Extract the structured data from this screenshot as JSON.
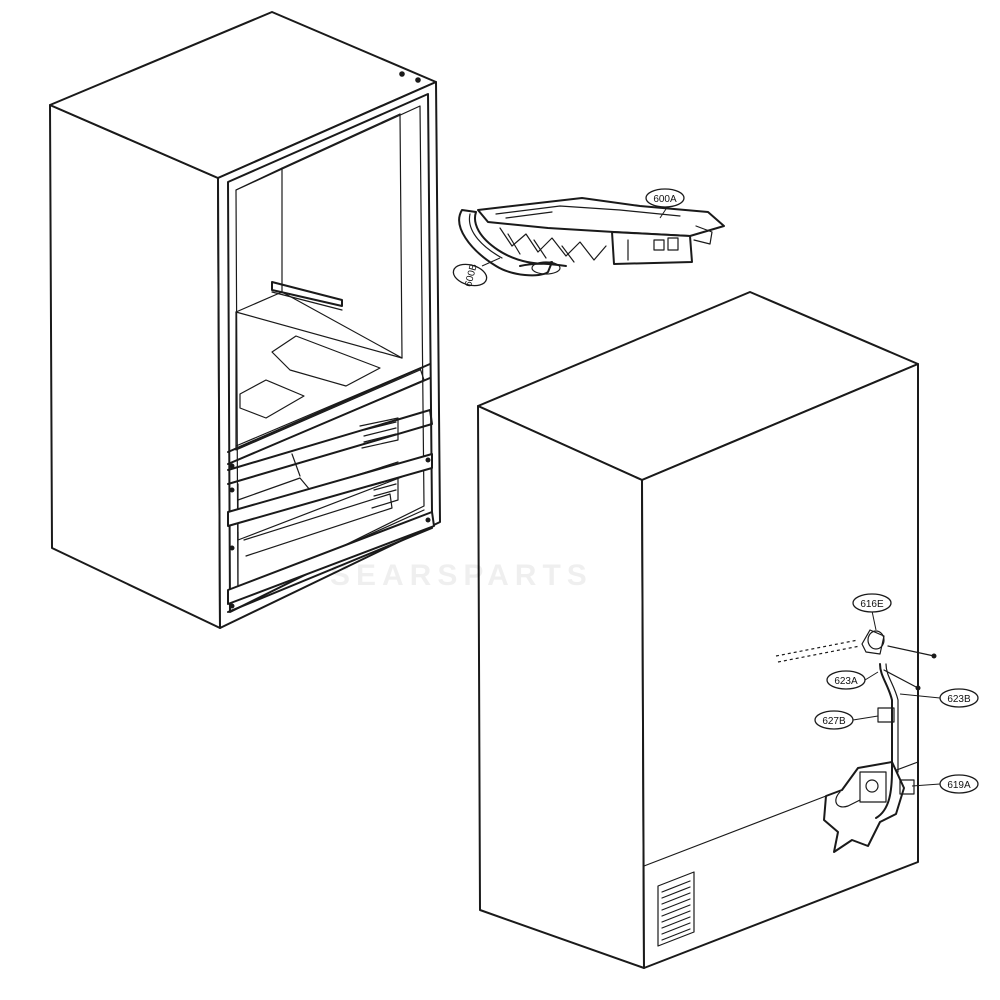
{
  "watermark": "SEARSPARTS",
  "callouts": {
    "c600A": "600A",
    "c600B": "600B",
    "c616E": "616E",
    "c623A": "623A",
    "c623B": "623B",
    "c627B": "627B",
    "c619A": "619A"
  }
}
